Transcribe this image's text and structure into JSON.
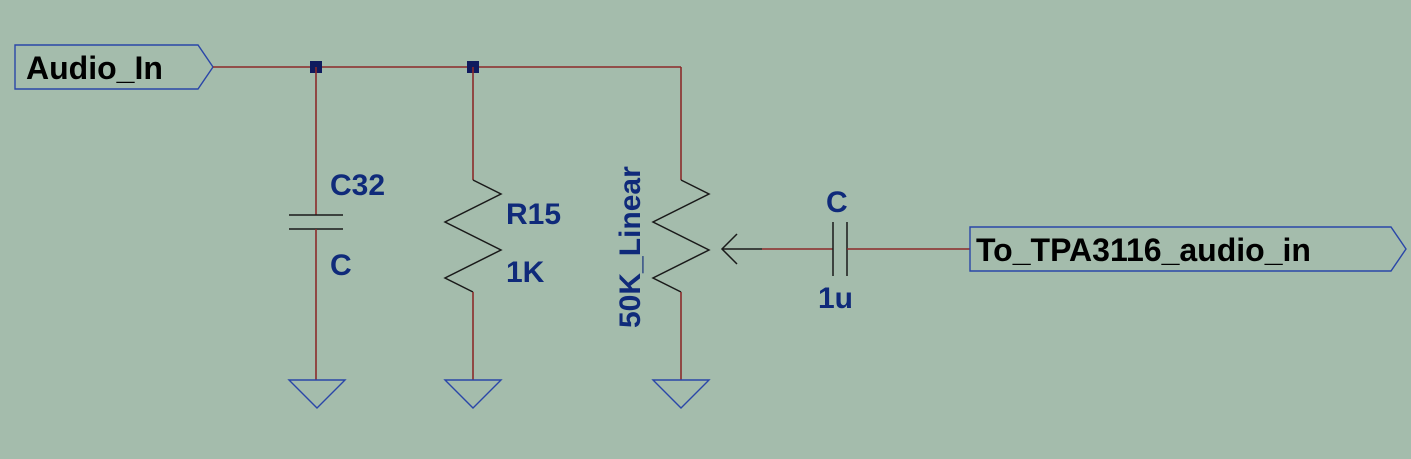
{
  "ports": {
    "input": "Audio_In",
    "output": "To_TPA3116_audio_in"
  },
  "components": {
    "c32": {
      "name": "C32",
      "value": "C"
    },
    "r15": {
      "name": "R15",
      "value": "1K"
    },
    "pot": {
      "value": "50K_Linear"
    },
    "coupling_cap": {
      "name": "C",
      "value": "1u"
    }
  },
  "colors": {
    "background": "#a4bcac",
    "wire": "#8b2a2a",
    "label": "#0f2a7a",
    "ground": "#2a46a8",
    "junction": "#0f1a5e"
  }
}
